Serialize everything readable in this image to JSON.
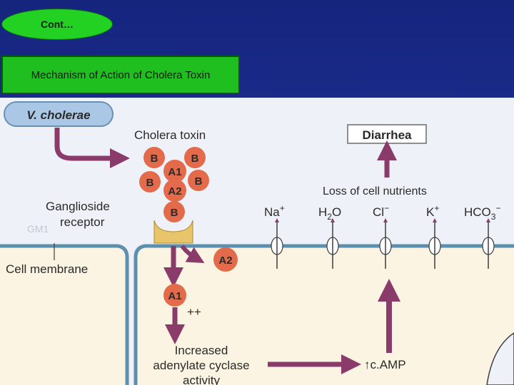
{
  "badge": {
    "label": "Cont…"
  },
  "title": {
    "text": "Mechanism of Action of Cholera Toxin"
  },
  "diagram": {
    "colors": {
      "extracellular": "#eef2f8",
      "cytoplasm": "#fbf4e2",
      "membrane": "#5d8fae",
      "toxin_subunit": "#e36a4a",
      "arrow": "#8a3b6a",
      "receptor": "#e8c46a"
    },
    "labels": {
      "organism": "V. cholerae",
      "toxin": "Cholera toxin",
      "diarrhea": "Diarrhea",
      "loss": "Loss of cell nutrients",
      "ganglioside_1": "Ganglioside",
      "ganglioside_2": "receptor",
      "gm1": "GM1",
      "membrane": "Cell membrane",
      "plus": "++",
      "adenylate_1": "Increased",
      "adenylate_2": "adenylate cyclase",
      "adenylate_3": "activity",
      "camp": "↑c.AMP"
    },
    "subunits": {
      "b": "B",
      "a1": "A1",
      "a2": "A2"
    },
    "ions": {
      "na_base": "Na",
      "na_sup": "+",
      "h2o_h": "H",
      "h2o_sub": "2",
      "h2o_o": "O",
      "cl_base": "Cl",
      "cl_sup": "−",
      "k_base": "K",
      "k_sup": "+",
      "hco3_base": "HCO",
      "hco3_sub": "3",
      "hco3_sup": "−"
    }
  }
}
